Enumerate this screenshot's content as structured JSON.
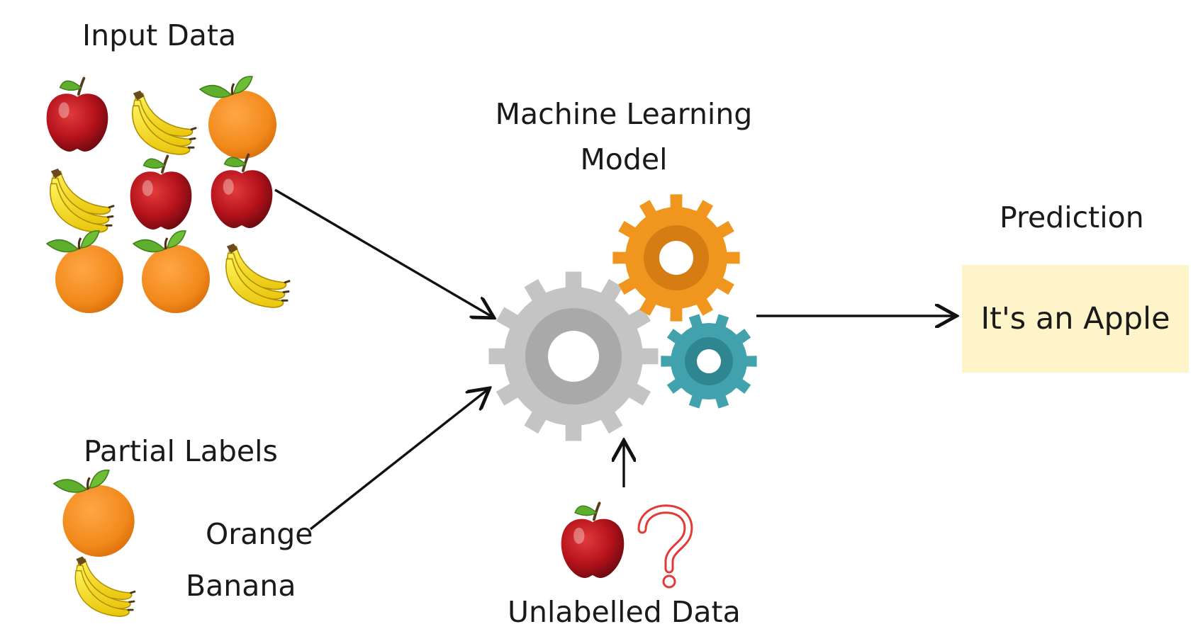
{
  "labels": {
    "input_data": "Input Data",
    "model_line1": "Machine Learning",
    "model_line2": "Model",
    "prediction": "Prediction",
    "prediction_result": "It's an Apple",
    "partial_labels": "Partial Labels",
    "orange": "Orange",
    "banana": "Banana",
    "unlabelled_data": "Unlabelled Data"
  },
  "input_grid": [
    [
      "apple",
      "banana",
      "orange"
    ],
    [
      "banana",
      "apple",
      "apple"
    ],
    [
      "orange",
      "orange",
      "banana"
    ]
  ],
  "partial_label_items": [
    "orange",
    "banana"
  ],
  "unlabelled_item": "apple",
  "unknown_symbol": "?",
  "colors": {
    "gear_large": "#c4c4c4",
    "gear_large_ring": "#a9a9a9",
    "gear_orange": "#f0961f",
    "gear_orange_ring": "#d57d13",
    "gear_teal": "#41a2ad",
    "gear_teal_ring": "#2f8690",
    "prediction_box": "#fdf4c9",
    "question_mark": "#e53935",
    "arrow": "#111111"
  }
}
